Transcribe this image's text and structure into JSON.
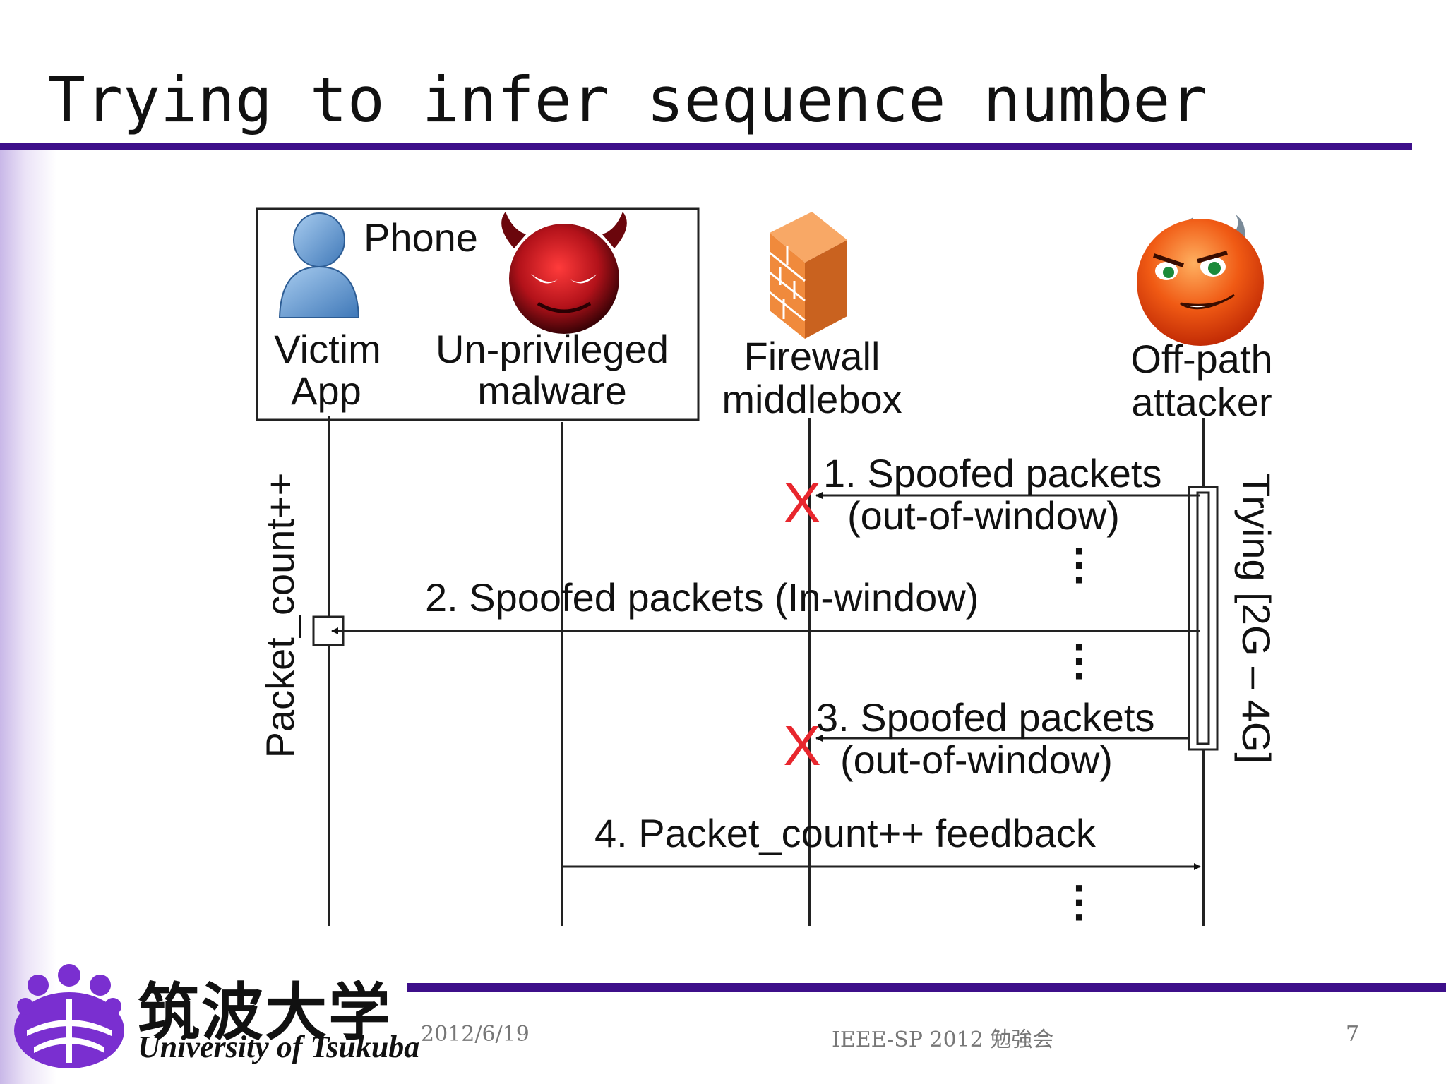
{
  "slide": {
    "title": "Trying to infer sequence number"
  },
  "diagram": {
    "phone_box_label": "Phone",
    "actors": {
      "victim_line1": "Victim",
      "victim_line2": "App",
      "malware_line1": "Un-privileged",
      "malware_line2": "malware",
      "firewall_line1": "Firewall",
      "firewall_line2": "middlebox",
      "attacker_line1": "Off-path",
      "attacker_line2": "attacker"
    },
    "messages": {
      "m1_line1": "1. Spoofed packets",
      "m1_line2": "(out-of-window)",
      "m2": "2. Spoofed packets (In-window)",
      "m3_line1": "3. Spoofed packets",
      "m3_line2": "(out-of-window)",
      "m4": "4. Packet_count++ feedback"
    },
    "side_labels": {
      "victim_counter": "Packet_count++",
      "attacker_range": "Trying [2G – 4G]"
    },
    "ellipsis": "⋮",
    "drop_mark": "X",
    "colors": {
      "drop_mark": "#e8262d",
      "malware_icon": "#b3121a",
      "attacker_icon": "#f05a14",
      "victim_icon": "#6fa3d6",
      "firewall_icon": "#f08a3c"
    },
    "icons": [
      "person-icon",
      "devil-malware-icon",
      "firewall-icon",
      "devil-attacker-icon"
    ]
  },
  "footer": {
    "date": "2012/6/19",
    "event": "IEEE-SP 2012 勉強会",
    "page_number": "7",
    "logo_jp": "筑波大学",
    "logo_en": "University of Tsukuba"
  },
  "theme": {
    "accent": "#3d0f8a"
  }
}
